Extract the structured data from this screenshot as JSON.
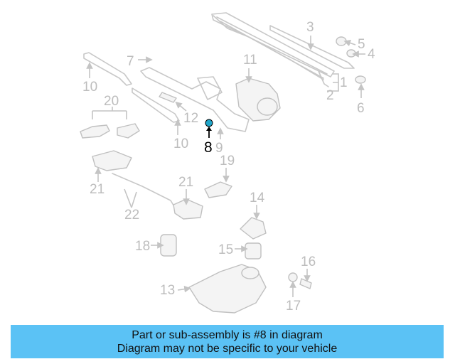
{
  "diagram": {
    "highlighted_callout": "8",
    "callouts": [
      "1",
      "2",
      "3",
      "4",
      "5",
      "6",
      "7",
      "8",
      "9",
      "10",
      "10",
      "11",
      "12",
      "13",
      "14",
      "15",
      "16",
      "17",
      "18",
      "19",
      "20",
      "21",
      "21",
      "22"
    ],
    "colors": {
      "parts": "#c8c8c8",
      "callouts": "#bdbdbd",
      "highlight": "#000000",
      "highlight_marker": "#1fa5c9",
      "banner": "#5bc2f5"
    }
  },
  "caption": {
    "line1": "Part or sub-assembly is #8 in diagram",
    "line2": "Diagram may not be specific to your vehicle"
  }
}
